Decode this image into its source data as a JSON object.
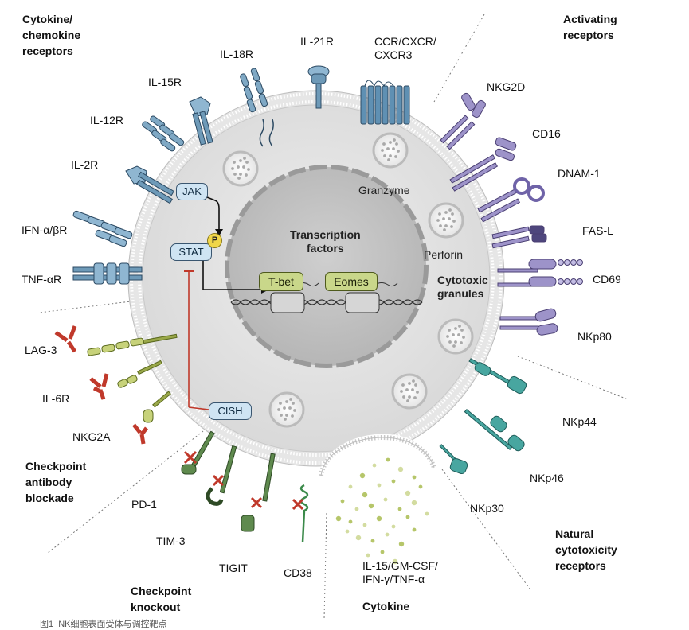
{
  "groups": {
    "cytokine_receptors": [
      "Cytokine/",
      "chemokine",
      "receptors"
    ],
    "activating_receptors": [
      "Activating",
      "receptors"
    ],
    "checkpoint_blockade": [
      "Checkpoint",
      "antibody",
      "blockade"
    ],
    "checkpoint_knockout": [
      "Checkpoint",
      "knockout"
    ],
    "cytokine": "Cytokine",
    "ncr": [
      "Natural",
      "cytotoxicity",
      "receptors"
    ]
  },
  "receptors": {
    "il21r": "IL-21R",
    "ccr": [
      "CCR/CXCR/",
      "CXCR3"
    ],
    "il18r": "IL-18R",
    "il15r": "IL-15R",
    "il12r": "IL-12R",
    "il2r": "IL-2R",
    "ifn": "IFN-α/βR",
    "tnf": "TNF-αR",
    "nkg2d": "NKG2D",
    "cd16": "CD16",
    "dnam1": "DNAM-1",
    "fasl": "FAS-L",
    "cd69": "CD69",
    "nkp80": "NKp80",
    "lag3": "LAG-3",
    "il6r": "IL-6R",
    "nkg2a": "NKG2A",
    "pd1": "PD-1",
    "tim3": "TIM-3",
    "tigit": "TIGIT",
    "cd38": "CD38",
    "nkp44": "NKp44",
    "nkp46": "NKp46",
    "nkp30": "NKp30",
    "cytokine_list": [
      "IL-15/GM-CSF/",
      "IFN-γ/TNF-α"
    ]
  },
  "inside": {
    "granzyme": "Granzyme",
    "perforin": "Perforin",
    "granules": [
      "Cytotoxic",
      "granules"
    ],
    "tf_title": [
      "Transcription",
      "factors"
    ],
    "jak": "JAK",
    "stat": "STAT",
    "p": "P",
    "cish": "CISH",
    "tbet": "T-bet",
    "eomes": "Eomes"
  },
  "footer": "图1  NK细胞表面受体与调控靶点"
}
